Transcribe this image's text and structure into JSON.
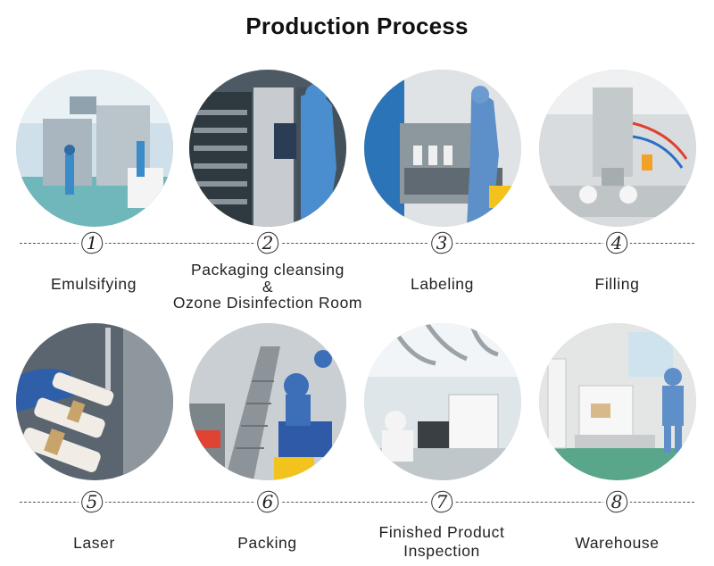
{
  "title": "Production Process",
  "steps": [
    {
      "number": "1",
      "label_lines": [
        "Emulsifying"
      ],
      "icon": "emulsifying-photo"
    },
    {
      "number": "2",
      "label_lines": [
        "Packaging cleansing",
        "&",
        "Ozone Disinfection Room"
      ],
      "icon": "disinfection-photo"
    },
    {
      "number": "3",
      "label_lines": [
        "Labeling"
      ],
      "icon": "labeling-photo"
    },
    {
      "number": "4",
      "label_lines": [
        "Filling"
      ],
      "icon": "filling-photo"
    },
    {
      "number": "5",
      "label_lines": [
        "Laser"
      ],
      "icon": "laser-photo"
    },
    {
      "number": "6",
      "label_lines": [
        "Packing"
      ],
      "icon": "packing-photo"
    },
    {
      "number": "7",
      "label_lines": [
        "Finished Product",
        "Inspection"
      ],
      "icon": "inspection-photo"
    },
    {
      "number": "8",
      "label_lines": [
        "Warehouse"
      ],
      "icon": "warehouse-photo"
    }
  ]
}
